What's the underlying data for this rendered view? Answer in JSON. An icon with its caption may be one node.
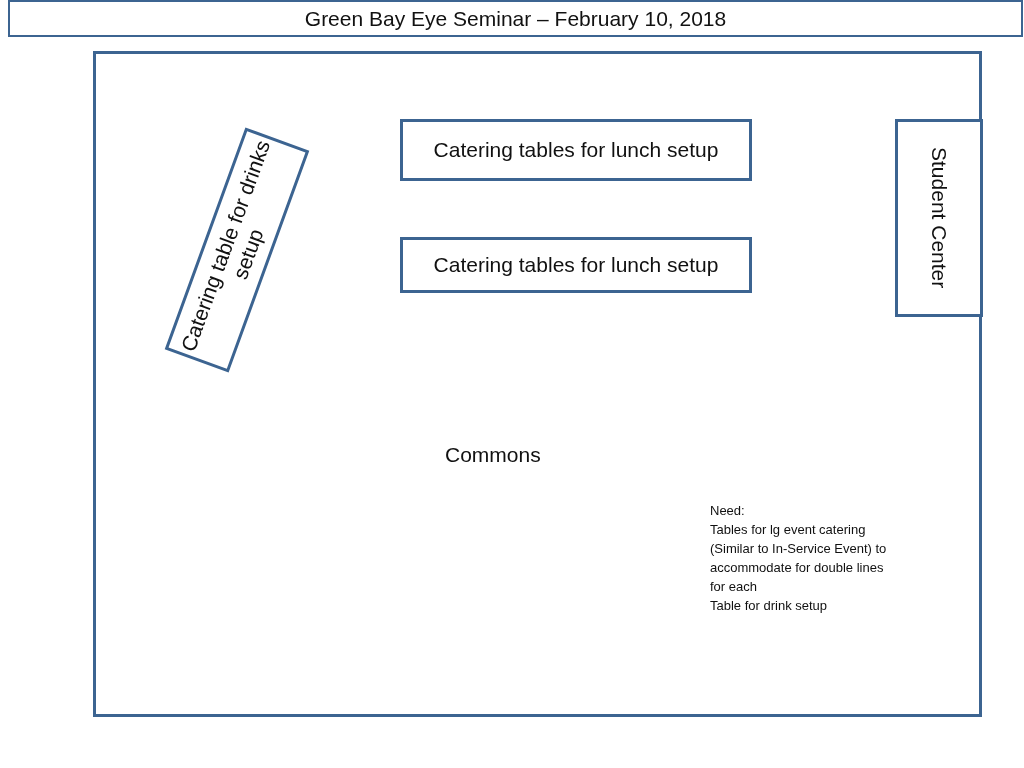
{
  "diagram": {
    "title": "Green Bay Eye Seminar – February 10, 2018",
    "nodes": [
      {
        "text": [
          "Commons"
        ]
      },
      {
        "text": [
          "Catering table for drinks setup"
        ],
        "in": 0
      },
      {
        "text": [
          "Catering tables for lunch setup"
        ],
        "in": 0
      },
      {
        "text": [
          "Catering tables for lunch setup"
        ],
        "in": 0
      },
      {
        "text": [
          "Student Center"
        ],
        "in": 0
      }
    ],
    "labels": [
      "Need:",
      "Tables for lg event catering",
      "(Similar to In-Service Event) to",
      "accommodate for double lines",
      "for each",
      "Table for drink setup"
    ]
  }
}
